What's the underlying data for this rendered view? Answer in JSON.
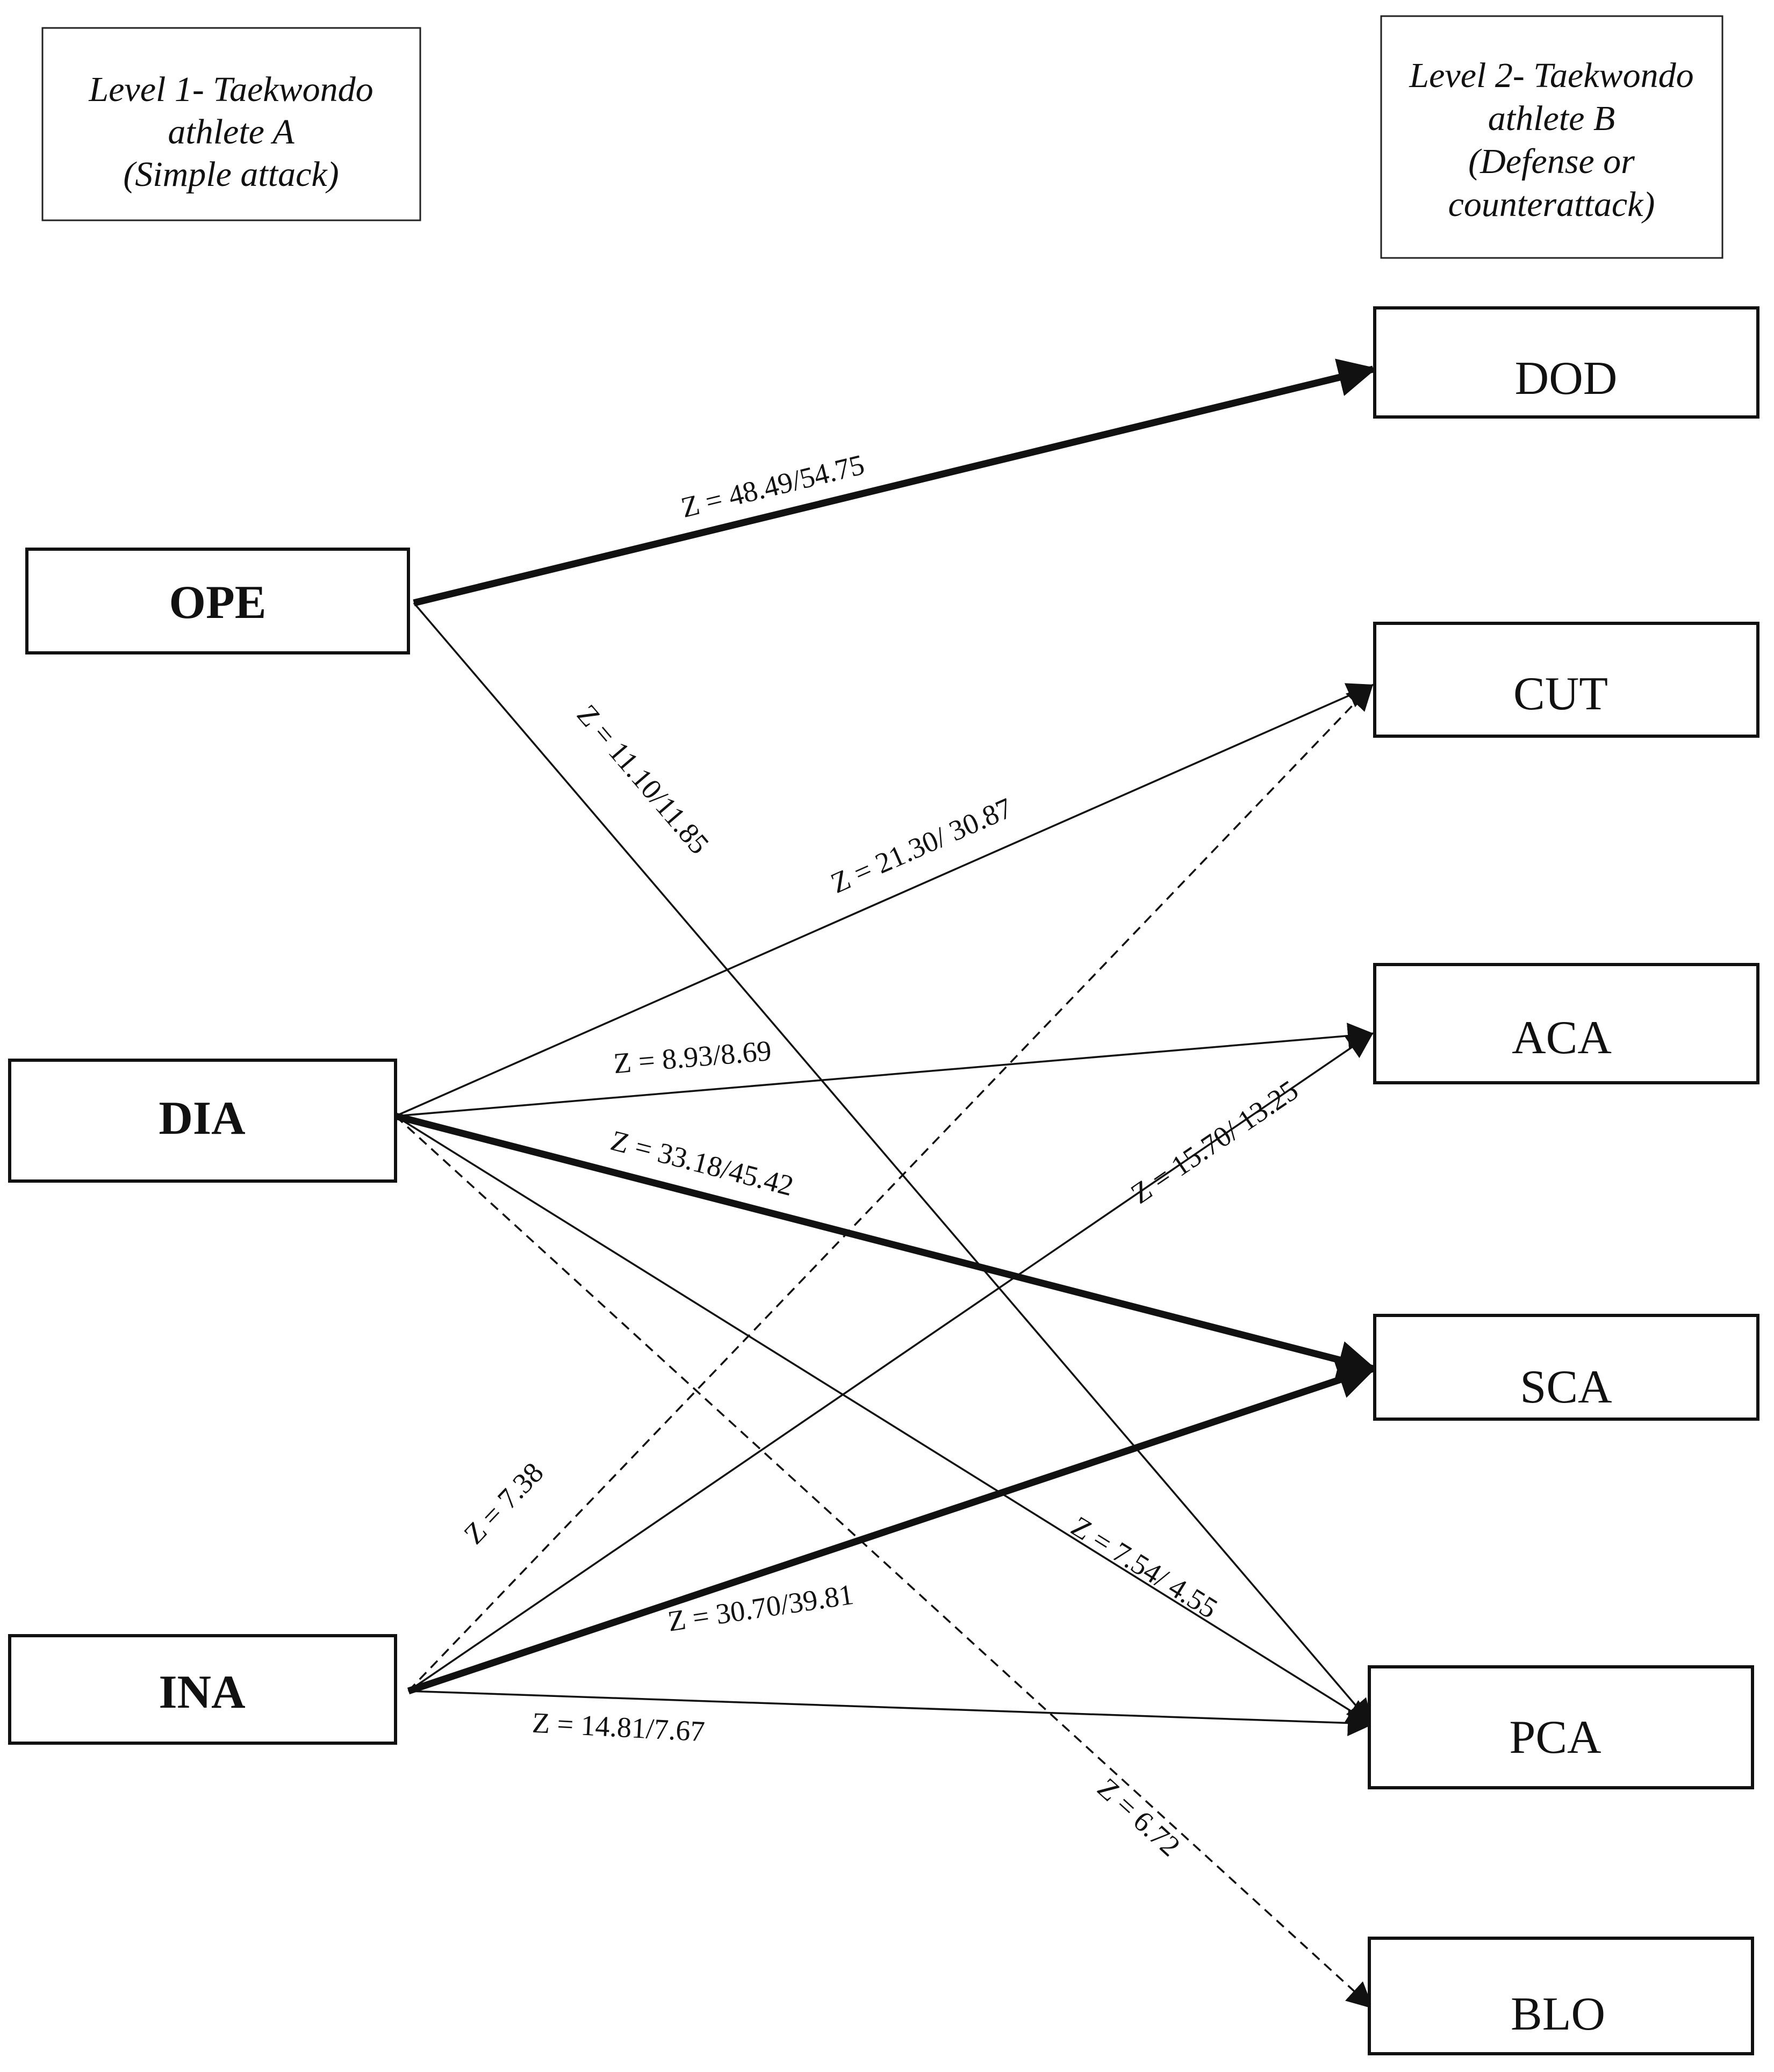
{
  "headers": {
    "level1": [
      "Level 1- Taekwondo",
      "athlete A",
      "(Simple attack)"
    ],
    "level2": [
      "Level 2- Taekwondo",
      "athlete B",
      "(Defense or",
      "counterattack)"
    ]
  },
  "nodes": {
    "ope": "OPE",
    "dia": "DIA",
    "ina": "INA",
    "dod": "DOD",
    "cut": "CUT",
    "aca": "ACA",
    "sca": "SCA",
    "pca": "PCA",
    "blo": "BLO"
  },
  "edges": [
    {
      "from": "OPE",
      "to": "DOD",
      "label": "Z = 48.49/54.75",
      "weight": "thick",
      "style": "solid"
    },
    {
      "from": "OPE",
      "to": "PCA",
      "label": "Z = 11.10/11.85",
      "weight": "thin",
      "style": "solid"
    },
    {
      "from": "DIA",
      "to": "CUT",
      "label": "Z = 21.30/ 30.87",
      "weight": "thin",
      "style": "solid"
    },
    {
      "from": "DIA",
      "to": "ACA",
      "label": "Z = 8.93/8.69",
      "weight": "thin",
      "style": "solid"
    },
    {
      "from": "DIA",
      "to": "SCA",
      "label": "Z = 33.18/45.42",
      "weight": "thick",
      "style": "solid"
    },
    {
      "from": "DIA",
      "to": "PCA",
      "label": "Z = 7.54/ 4.55",
      "weight": "thin",
      "style": "solid"
    },
    {
      "from": "DIA",
      "to": "BLO",
      "label": "Z = 6.72",
      "weight": "thin",
      "style": "dashed"
    },
    {
      "from": "INA",
      "to": "CUT",
      "label": "Z = 7.38",
      "weight": "thin",
      "style": "dashed"
    },
    {
      "from": "INA",
      "to": "ACA",
      "label": "Z = 15.70/ 13.25",
      "weight": "thin",
      "style": "solid"
    },
    {
      "from": "INA",
      "to": "SCA",
      "label": "Z = 30.70/39.81",
      "weight": "thick",
      "style": "solid"
    },
    {
      "from": "INA",
      "to": "PCA",
      "label": "Z = 14.81/7.67",
      "weight": "thin",
      "style": "solid"
    }
  ],
  "colors": {
    "ink": "#111111",
    "background": "#ffffff"
  }
}
